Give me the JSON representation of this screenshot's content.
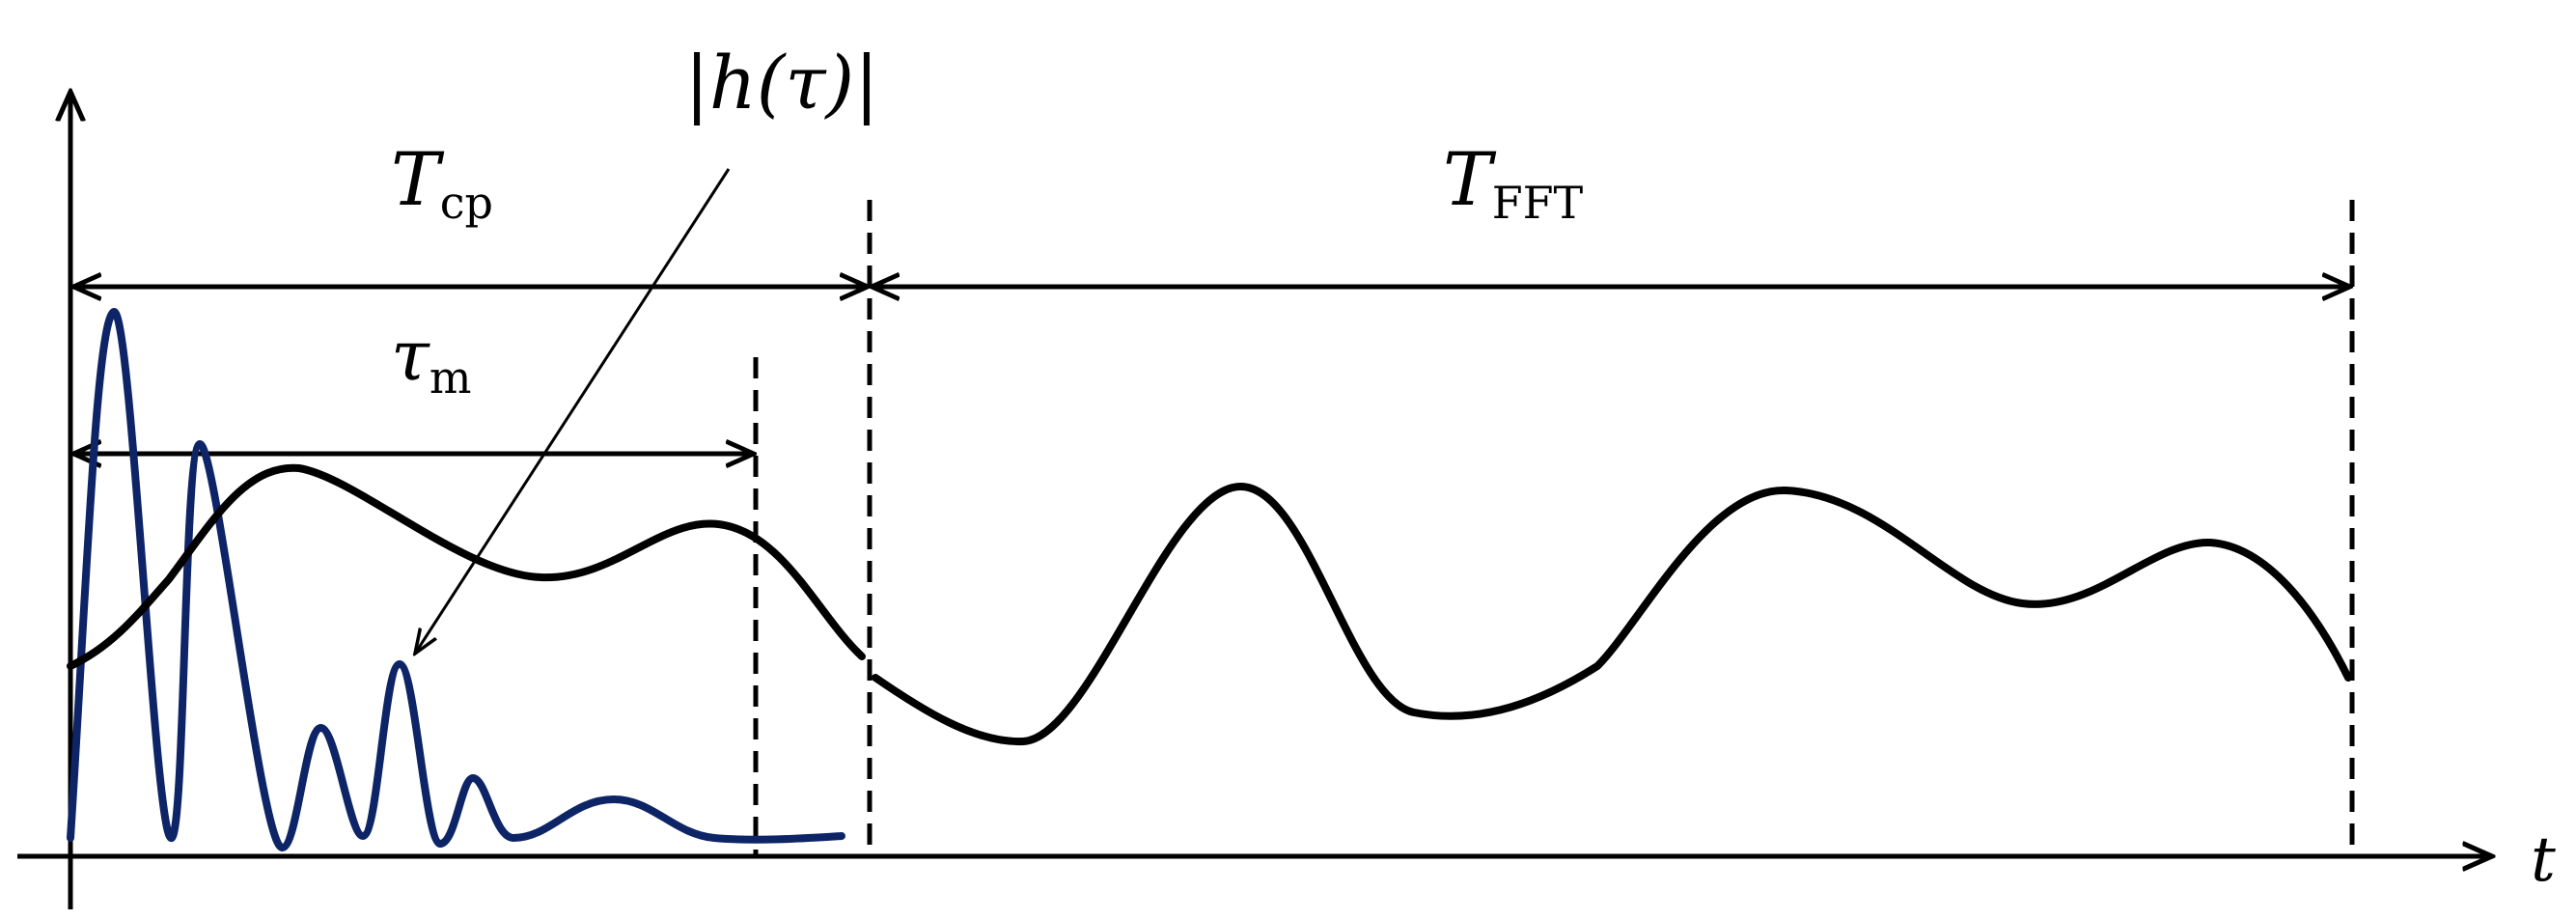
{
  "labels": {
    "impulse_response": "|h(τ)|",
    "cyclic_prefix_symbol": "T",
    "cyclic_prefix_sub": "cp",
    "fft_symbol": "T",
    "fft_sub": "FFT",
    "delay_symbol": "τ",
    "delay_sub": "m",
    "time_axis": "t"
  },
  "colors": {
    "signal": "#000000",
    "impulse_response": "#0d2466",
    "axes": "#000000"
  }
}
